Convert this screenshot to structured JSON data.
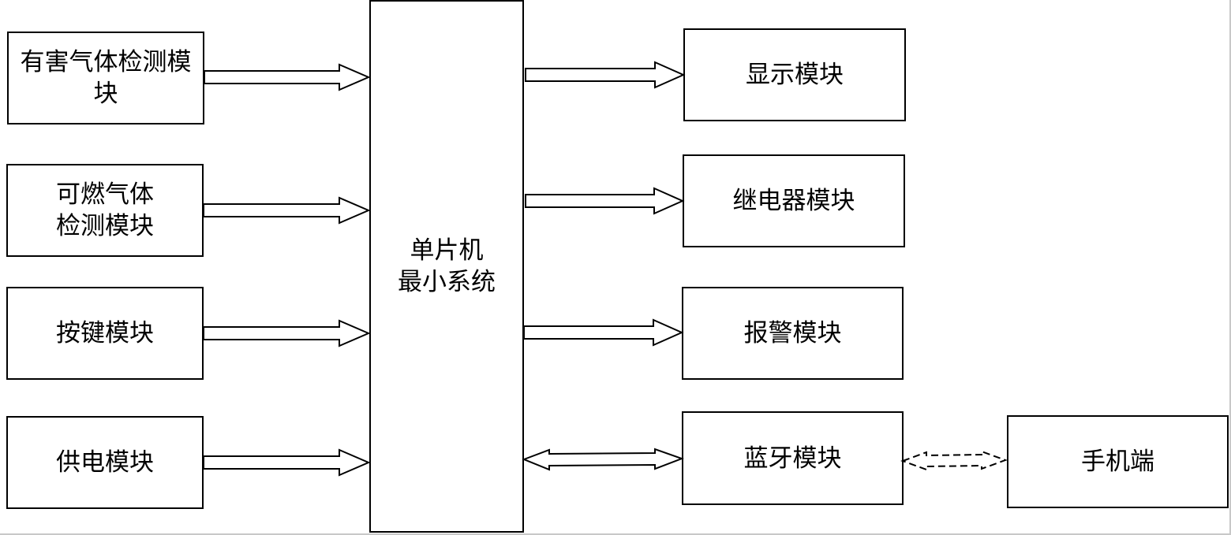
{
  "diagram": {
    "inputs": {
      "harmful_gas": "有害气体检测模\n块",
      "flammable_gas": "可燃气体\n检测模块",
      "keys": "按键模块",
      "power": "供电模块"
    },
    "center": {
      "mcu": "单片机\n最小系统"
    },
    "outputs": {
      "display": "显示模块",
      "relay": "继电器模块",
      "alarm": "报警模块",
      "bluetooth": "蓝牙模块"
    },
    "external": {
      "phone": "手机端"
    }
  }
}
